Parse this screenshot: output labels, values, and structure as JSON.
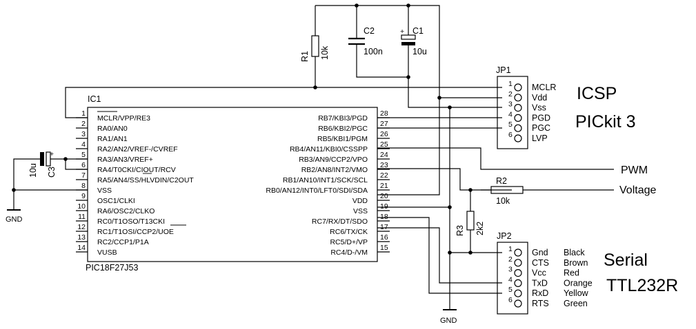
{
  "ic1": {
    "ref": "IC1",
    "part": "PIC18F27J53",
    "left_pins": [
      {
        "num": "1",
        "name": "MCLR/VPP/RE3"
      },
      {
        "num": "2",
        "name": "RA0/AN0"
      },
      {
        "num": "3",
        "name": "RA1/AN1"
      },
      {
        "num": "4",
        "name": "RA2/AN2/VREF-/CVREF"
      },
      {
        "num": "5",
        "name": "RA3/AN3/VREF+"
      },
      {
        "num": "6",
        "name": "RA4/T0CKI/CIOUT/RCV"
      },
      {
        "num": "7",
        "name": "RA5/AN4/SS/HLVDIN/C2OUT"
      },
      {
        "num": "8",
        "name": "VSS"
      },
      {
        "num": "9",
        "name": "OSC1/CLKI"
      },
      {
        "num": "10",
        "name": "RA6/OSC2/CLKO"
      },
      {
        "num": "11",
        "name": "RC0/T1OSO/T13CKI"
      },
      {
        "num": "12",
        "name": "RC1/T1OSI/CCP2/UOE"
      },
      {
        "num": "13",
        "name": "RC2/CCP1/P1A"
      },
      {
        "num": "14",
        "name": "VUSB"
      }
    ],
    "right_pins": [
      {
        "num": "28",
        "name": "RB7/KBI3/PGD"
      },
      {
        "num": "27",
        "name": "RB6/KBI2/PGC"
      },
      {
        "num": "26",
        "name": "RB5/KBI1/PGM"
      },
      {
        "num": "25",
        "name": "RB4/AN11/KBI0/CSSPP"
      },
      {
        "num": "24",
        "name": "RB3/AN9/CCP2/VPO"
      },
      {
        "num": "23",
        "name": "RB2/AN8/INT2/VMO"
      },
      {
        "num": "22",
        "name": "RB1/AN10/INT1/SCK/SCL"
      },
      {
        "num": "21",
        "name": "RB0/AN12/INT0/LFT0/SDI/SDA"
      },
      {
        "num": "20",
        "name": "VDD"
      },
      {
        "num": "19",
        "name": "VSS"
      },
      {
        "num": "18",
        "name": "RC7/RX/DT/SDO"
      },
      {
        "num": "17",
        "name": "RC6/TX/CK"
      },
      {
        "num": "16",
        "name": "RC5/D+/VP"
      },
      {
        "num": "15",
        "name": "RC4/D-/VM"
      }
    ]
  },
  "jp1": {
    "ref": "JP1",
    "pins": [
      {
        "num": "1",
        "label": "MCLR"
      },
      {
        "num": "2",
        "label": "Vdd"
      },
      {
        "num": "3",
        "label": "Vss"
      },
      {
        "num": "4",
        "label": "PGD"
      },
      {
        "num": "5",
        "label": "PGC"
      },
      {
        "num": "6",
        "label": "LVP"
      }
    ],
    "title1": "ICSP",
    "title2": "PICkit 3"
  },
  "jp2": {
    "ref": "JP2",
    "pins": [
      {
        "num": "1",
        "label": "Gnd",
        "color": "Black"
      },
      {
        "num": "2",
        "label": "CTS",
        "color": "Brown"
      },
      {
        "num": "3",
        "label": "Vcc",
        "color": "Red"
      },
      {
        "num": "4",
        "label": "TxD",
        "color": "Orange"
      },
      {
        "num": "5",
        "label": "RxD",
        "color": "Yellow"
      },
      {
        "num": "6",
        "label": "RTS",
        "color": "Green"
      }
    ],
    "title1": "Serial",
    "title2": "TTL232R"
  },
  "components": {
    "r1": {
      "ref": "R1",
      "value": "10k"
    },
    "r2": {
      "ref": "R2",
      "value": "10k"
    },
    "r3": {
      "ref": "R3",
      "value": "2k2"
    },
    "c1": {
      "ref": "C1",
      "value": "10u",
      "polarity": "+"
    },
    "c2": {
      "ref": "C2",
      "value": "100n"
    },
    "c3": {
      "ref": "C3",
      "value": "10u",
      "polarity": "+"
    }
  },
  "nets": {
    "pwm": "PWM",
    "voltage": "Voltage",
    "gnd_left": "GND",
    "gnd_bottom": "GND"
  }
}
